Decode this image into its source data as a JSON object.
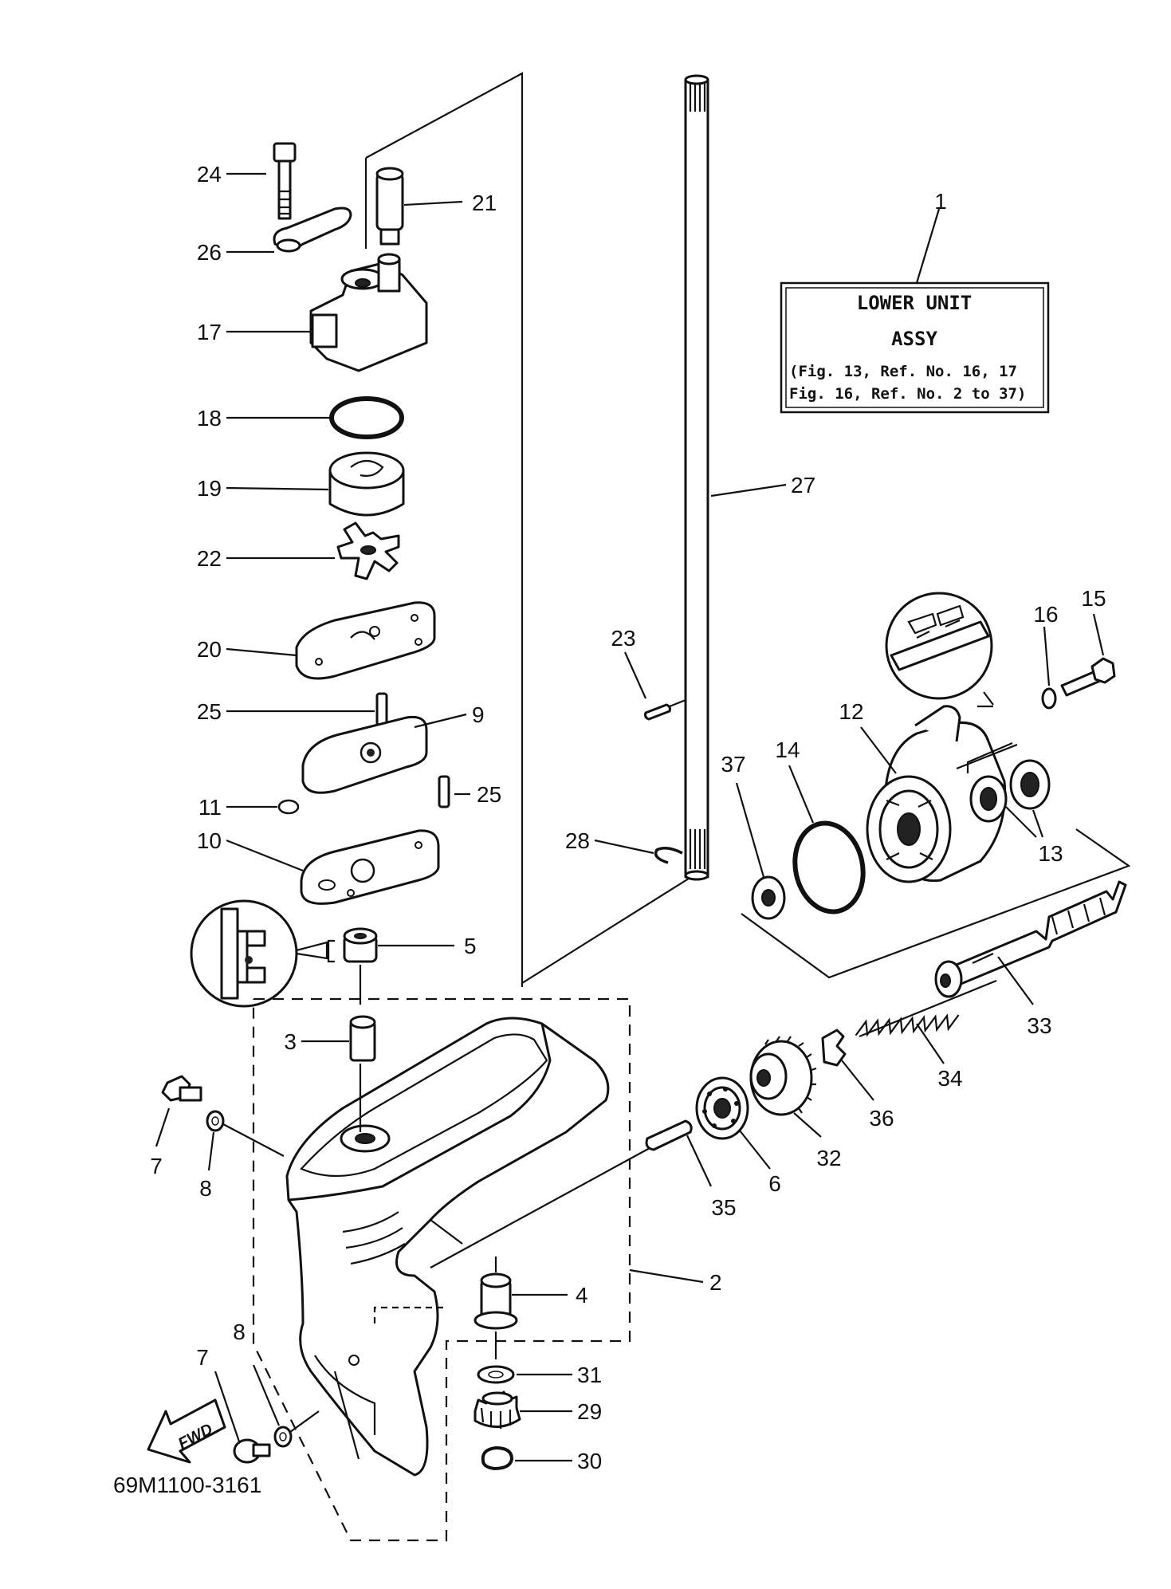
{
  "diagram": {
    "assembly_box": {
      "ref": "1",
      "line1": "LOWER UNIT",
      "line2": "ASSY",
      "line3": "(Fig. 13, Ref. No. 16, 17",
      "line4": " Fig. 16, Ref. No. 2 to 37)"
    },
    "drawing_number": "69M1100-3161",
    "fwd_label": "FWD",
    "callouts": {
      "c24": "24",
      "c21": "21",
      "c26": "26",
      "c17": "17",
      "c18": "18",
      "c19": "19",
      "c22": "22",
      "c20": "20",
      "c25a": "25",
      "c9": "9",
      "c11": "11",
      "c25b": "25",
      "c10": "10",
      "c5": "5",
      "c3": "3",
      "c7a": "7",
      "c8a": "8",
      "c2": "2",
      "c4": "4",
      "c31": "31",
      "c29": "29",
      "c30": "30",
      "c7b": "7",
      "c8b": "8",
      "c27": "27",
      "c23": "23",
      "c28": "28",
      "c15": "15",
      "c16": "16",
      "c12": "12",
      "c37": "37",
      "c14": "14",
      "c13": "13",
      "c33": "33",
      "c34": "34",
      "c36": "36",
      "c32": "32",
      "c6": "6",
      "c35": "35"
    }
  }
}
